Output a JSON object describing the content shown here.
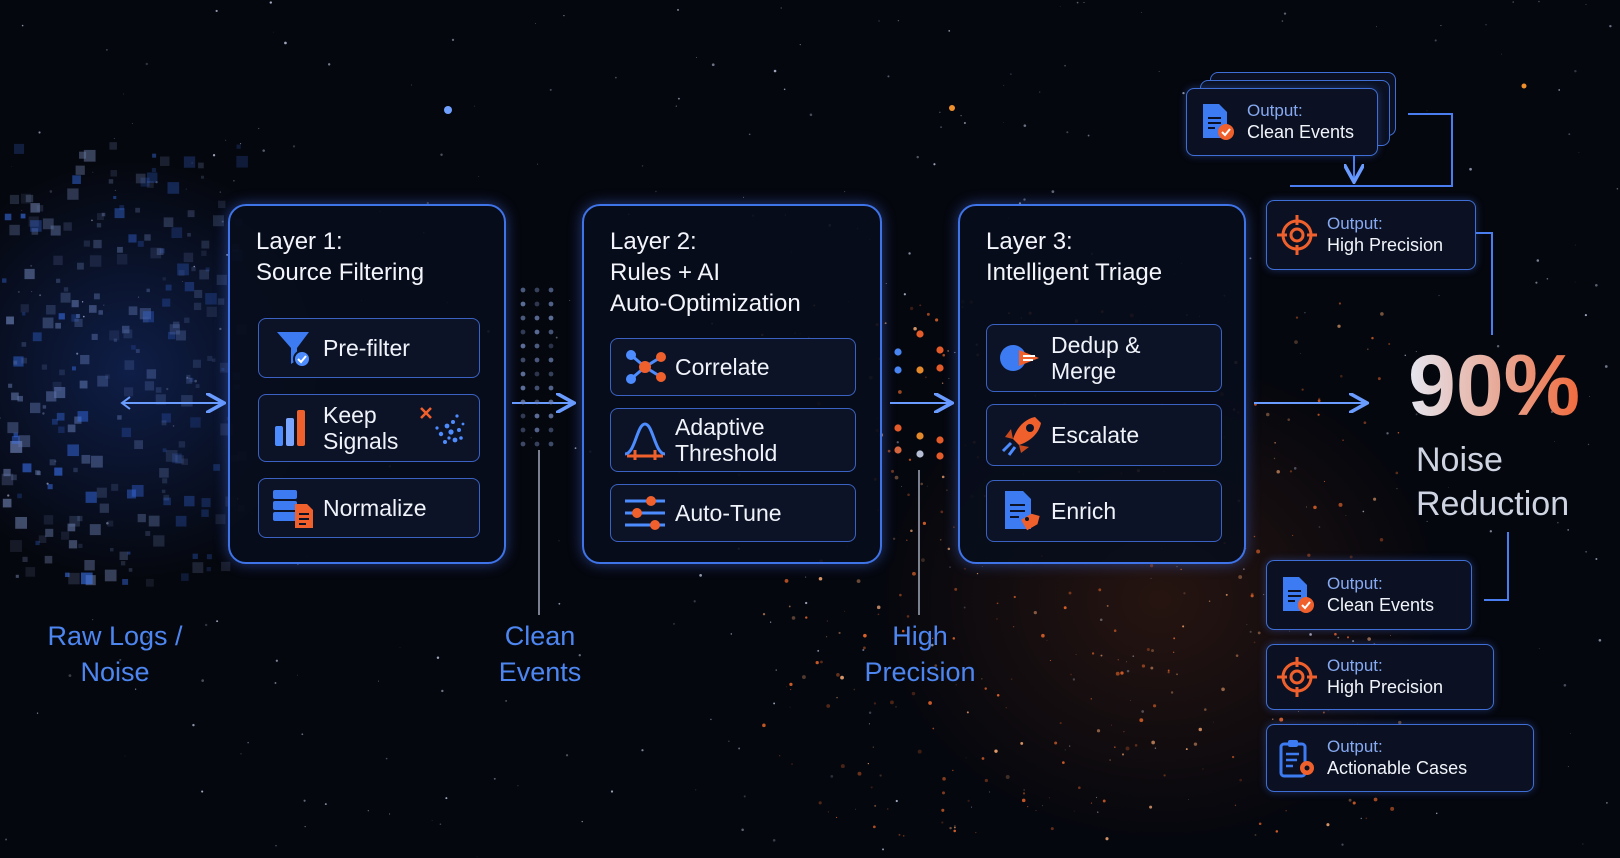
{
  "colors": {
    "accent_blue": "#3f73e8",
    "accent_orange": "#f0602c",
    "flow_label": "#4d86f0"
  },
  "layers": [
    {
      "title_line1": "Layer 1:",
      "title_line2": "Source Filtering",
      "title_line3": "",
      "items": [
        {
          "label": "Pre-filter",
          "icon": "funnel-icon"
        },
        {
          "label": "Keep Signals",
          "icon": "bar-chart-icon"
        },
        {
          "label": "Normalize",
          "icon": "server-document-icon"
        }
      ]
    },
    {
      "title_line1": "Layer 2:",
      "title_line2": "Rules + AI",
      "title_line3": "Auto-Optimization",
      "items": [
        {
          "label": "Correlate",
          "icon": "network-nodes-icon"
        },
        {
          "label": "Adaptive Threshold",
          "icon": "bell-curve-icon"
        },
        {
          "label": "Auto-Tune",
          "icon": "sliders-icon"
        }
      ]
    },
    {
      "title_line1": "Layer 3:",
      "title_line2": "Intelligent Triage",
      "title_line3": "",
      "items": [
        {
          "label": "Dedup & Merge",
          "icon": "merge-icon"
        },
        {
          "label": "Escalate",
          "icon": "rocket-icon"
        },
        {
          "label": "Enrich",
          "icon": "document-tag-icon"
        }
      ]
    }
  ],
  "flow_labels": {
    "raw": {
      "line1": "Raw Logs /",
      "line2": "Noise"
    },
    "clean": {
      "line1": "Clean",
      "line2": "Events"
    },
    "precision": {
      "line1": "High",
      "line2": "Precision"
    }
  },
  "outputs": [
    {
      "prefix": "Output:",
      "label": "Clean Events",
      "icon": "document-check-icon"
    },
    {
      "prefix": "Output:",
      "label": "High Precision",
      "icon": "target-icon"
    },
    {
      "prefix": "Output:",
      "label": "Clean Events",
      "icon": "document-check-icon"
    },
    {
      "prefix": "Output:",
      "label": "High Precision",
      "icon": "target-icon"
    },
    {
      "prefix": "Output:",
      "label": "Actionable Cases",
      "icon": "clipboard-gear-icon"
    }
  ],
  "stat": {
    "value": "90%",
    "line1": "Noise",
    "line2": "Reduction"
  }
}
